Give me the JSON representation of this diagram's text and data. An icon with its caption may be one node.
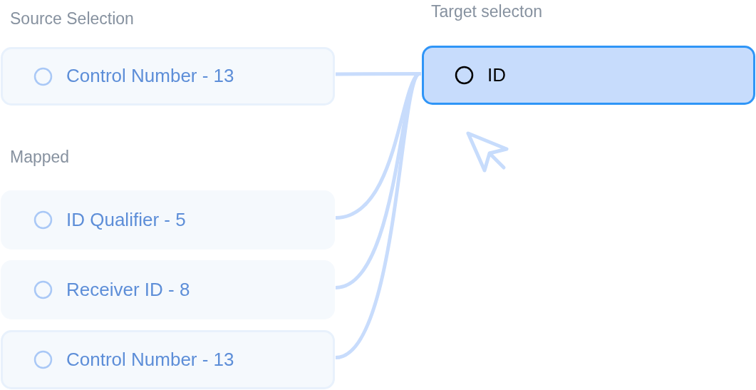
{
  "diagram": {
    "nodes": [
      {
        "text": [
          "Control Number - 13"
        ]
      },
      {
        "text": [
          "ID Qualifier - 5"
        ]
      },
      {
        "text": [
          "Receiver ID - 8"
        ]
      },
      {
        "text": [
          "Control Number - 13"
        ]
      },
      {
        "text": [
          "ID"
        ]
      }
    ],
    "edges": [
      {
        "from": 0,
        "to": 4,
        "arrow": "none"
      },
      {
        "from": 1,
        "to": 4,
        "arrow": "none"
      },
      {
        "from": 2,
        "to": 4,
        "arrow": "none"
      },
      {
        "from": 3,
        "to": 4,
        "arrow": "none"
      }
    ],
    "labels": [
      "Source Selection",
      "Mapped",
      "Target selecton"
    ]
  }
}
